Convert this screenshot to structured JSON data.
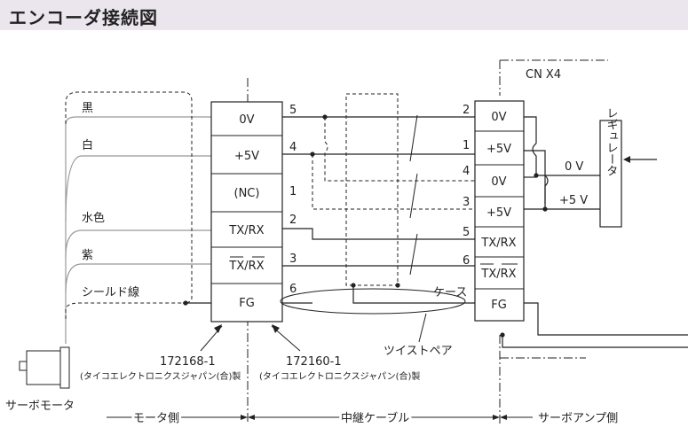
{
  "title": "エンコーダ接続図",
  "connector_name": "CN X4",
  "wires": {
    "black": "黒",
    "white": "白",
    "light_blue": "水色",
    "purple": "紫",
    "shield": "シールド線"
  },
  "motor_connector": {
    "pins": [
      {
        "signal": "0V",
        "num": "5"
      },
      {
        "signal": "+5V",
        "num": "4"
      },
      {
        "signal": "(NC)",
        "num": "1"
      },
      {
        "signal": "TX/RX",
        "num": "2"
      },
      {
        "signal": "TX/RX",
        "num": "3"
      },
      {
        "signal": "FG",
        "num": "6"
      }
    ],
    "part_no": "172168-1",
    "maker": "(タイコエレクトロニクスジャパン(合)製"
  },
  "relay_connector": {
    "part_no": "172160-1",
    "maker": "(タイコエレクトロニクスジャパン(合)製"
  },
  "amp_connector": {
    "pins": [
      {
        "signal": "0V",
        "num": "2"
      },
      {
        "signal": "+5V",
        "num": "1"
      },
      {
        "signal": "0V",
        "num": "4"
      },
      {
        "signal": "+5V",
        "num": "3"
      },
      {
        "signal": "TX/RX",
        "num": "5"
      },
      {
        "signal": "TX/RX",
        "num": "6"
      },
      {
        "signal": "FG",
        "num": "ケース"
      }
    ]
  },
  "regulator": {
    "label": "レギュレータ",
    "out_0v": "0 V",
    "out_5v": "+5 V"
  },
  "twisted_pair": "ツイストペア",
  "servo_motor": "サーボモータ",
  "sections": {
    "motor_side": "モータ側",
    "relay_cable": "中継ケーブル",
    "amp_side": "サーボアンプ側"
  }
}
